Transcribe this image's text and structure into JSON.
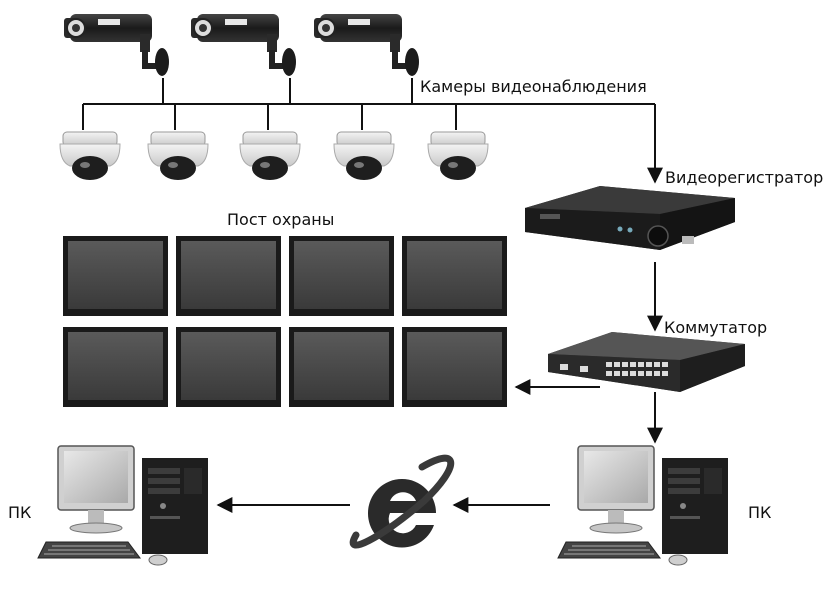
{
  "labels": {
    "cameras": "Камеры видеонаблюдения",
    "dvr": "Видеорегистратор",
    "security_post": "Пост охраны",
    "switch": "Коммутатор",
    "pc_left": "ПК",
    "pc_right": "ПК"
  },
  "colors": {
    "line": "#111111",
    "device": "#1c1c1c",
    "screen": "#4a4a4a",
    "dome": "#e6e6e6"
  },
  "icons": {
    "bullet_camera": "bullet-camera-icon",
    "dome_camera": "dome-camera-icon",
    "dvr": "dvr-icon",
    "network_switch": "network-switch-icon",
    "monitor": "monitor-icon",
    "computer": "desktop-computer-icon",
    "browser": "internet-explorer-icon"
  }
}
